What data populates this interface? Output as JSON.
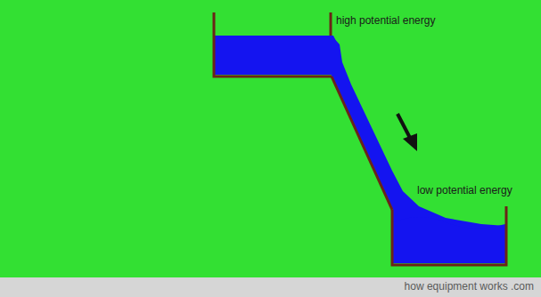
{
  "diagram": {
    "labels": [
      "high potential energy",
      "low potential energy",
      "how equipment works .com"
    ]
  }
}
